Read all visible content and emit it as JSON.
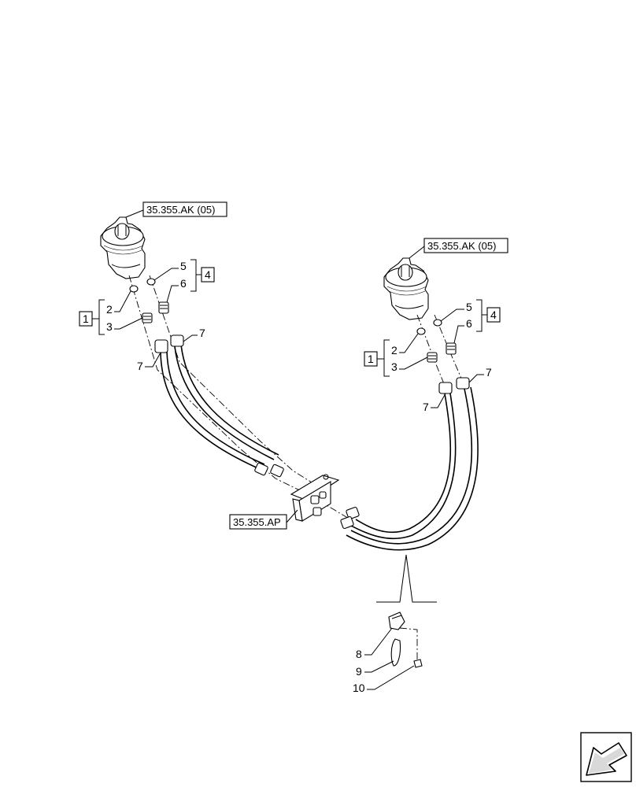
{
  "refs": {
    "top_left": "35.355.AK (05)",
    "top_right": "35.355.AK (05)",
    "valve": "35.355.AP"
  },
  "callouts": {
    "c1": "1",
    "c2": "2",
    "c3": "3",
    "c4": "4",
    "c5": "5",
    "c6": "6",
    "c7": "7",
    "c8": "8",
    "c9": "9",
    "c10": "10"
  },
  "icons": [
    "joystick-icon",
    "valve-block-icon",
    "hose-icon",
    "clip-icon",
    "navigation-arrow-icon"
  ]
}
